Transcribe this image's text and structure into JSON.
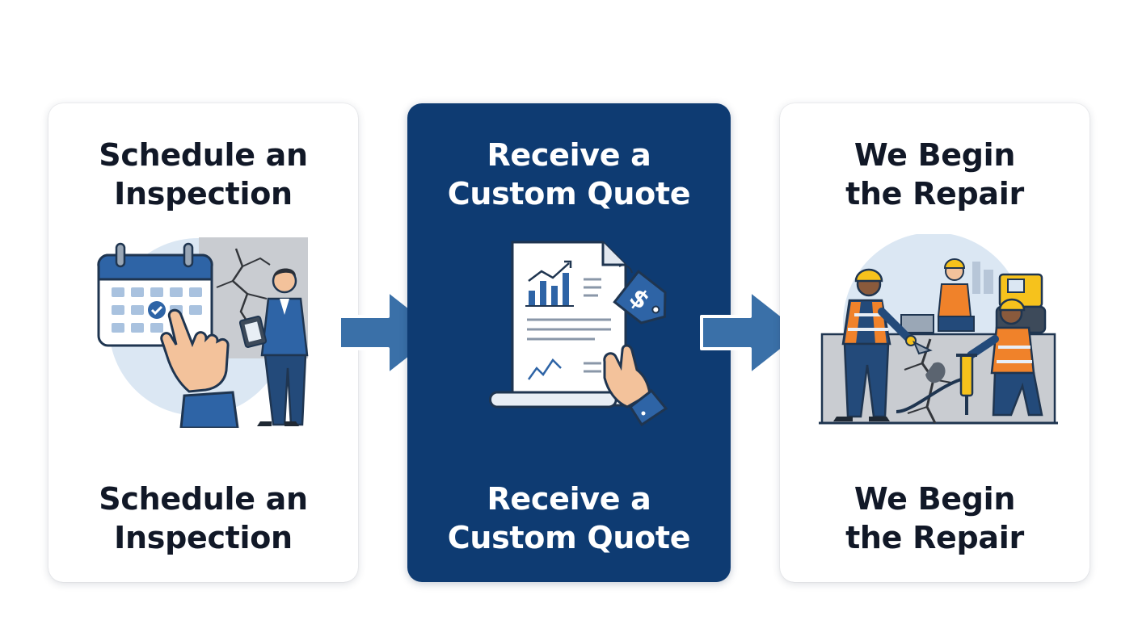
{
  "steps": [
    {
      "id": "schedule",
      "title_lines": [
        "Schedule an",
        "Inspection"
      ],
      "caption_lines": [
        "Schedule an",
        "Inspection"
      ],
      "icon": "calendar-inspection-icon",
      "style": "light"
    },
    {
      "id": "quote",
      "title_lines": [
        "Receive a",
        "Custom Quote"
      ],
      "caption_lines": [
        "Receive a",
        "Custom Quote"
      ],
      "icon": "quote-document-icon",
      "style": "dark"
    },
    {
      "id": "repair",
      "title_lines": [
        "We Begin",
        "the Repair"
      ],
      "caption_lines": [
        "We Begin",
        "the Repair"
      ],
      "icon": "repair-workers-icon",
      "style": "light"
    }
  ],
  "colors": {
    "primary_dark": "#0e3b72",
    "arrow_blue": "#3a70a8",
    "text_dark": "#111827",
    "illustration_blue": "#2e64a6",
    "circle_bg": "#dbe7f3",
    "skin": "#f3c29b",
    "safety_orange": "#f0822a",
    "hard_hat": "#f6c21c"
  }
}
